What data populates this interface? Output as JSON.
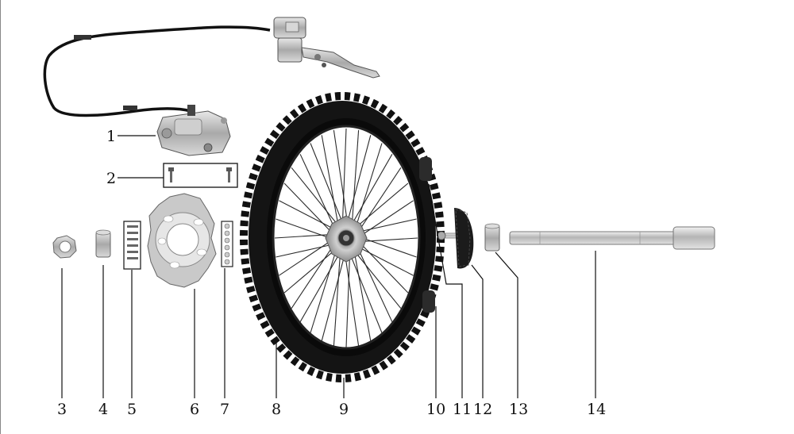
{
  "diagram": {
    "callouts": [
      {
        "id": "1",
        "label": "1"
      },
      {
        "id": "2",
        "label": "2"
      },
      {
        "id": "3",
        "label": "3"
      },
      {
        "id": "4",
        "label": "4"
      },
      {
        "id": "5",
        "label": "5"
      },
      {
        "id": "6",
        "label": "6"
      },
      {
        "id": "7",
        "label": "7"
      },
      {
        "id": "8",
        "label": "8"
      },
      {
        "id": "9",
        "label": "9"
      },
      {
        "id": "10",
        "label": "10"
      },
      {
        "id": "11",
        "label": "11"
      },
      {
        "id": "12",
        "label": "12"
      },
      {
        "id": "13",
        "label": "13"
      },
      {
        "id": "14",
        "label": "14"
      }
    ],
    "colors": {
      "tire": "#1a1a1a",
      "rim": "#0d0d0d",
      "metal": "#b8b8b8",
      "metal_dark": "#7a7a7a",
      "spoke": "#2a2a2a"
    }
  }
}
